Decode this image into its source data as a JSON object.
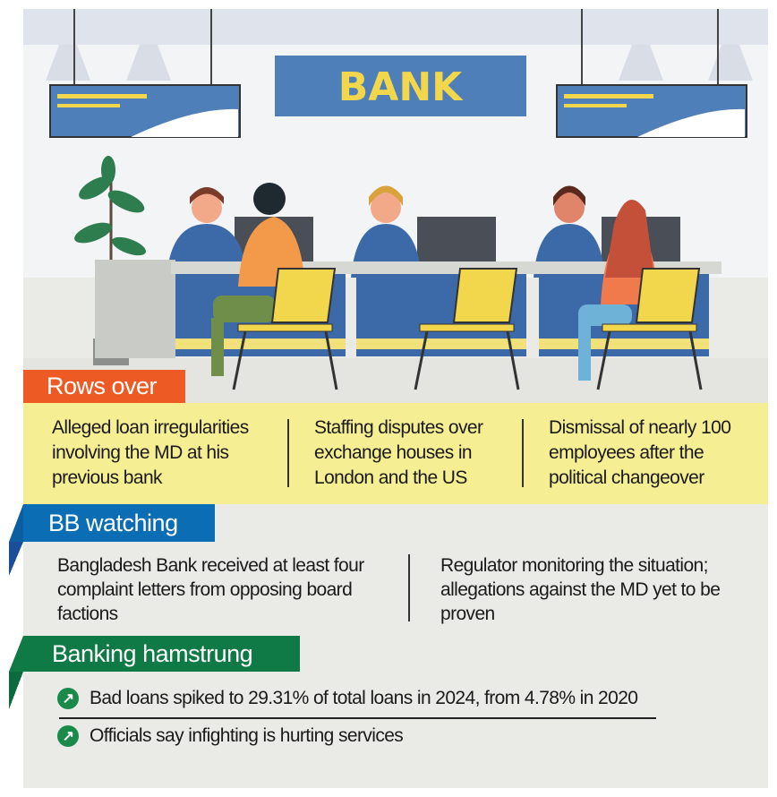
{
  "illustration": {
    "sign_text": "BANK"
  },
  "rows_over": {
    "title": "Rows over",
    "items": [
      "Alleged loan irregularities involving the MD at his previous bank",
      "Staffing disputes over exchange houses in London and the US",
      "Dismissal of nearly 100 employees after the political changeover"
    ]
  },
  "bb_watching": {
    "title": "BB watching",
    "items": [
      "Bangladesh Bank received at least four complaint letters from opposing board factions",
      "Regulator monitoring the situation; allegations against the MD yet to be proven"
    ]
  },
  "banking_hamstrung": {
    "title": "Banking hamstrung",
    "items": [
      "Bad loans spiked to 29.31% of total loans in 2024, from 4.78% in 2020",
      "Officials say infighting is hurting services"
    ]
  },
  "colors": {
    "orange": "#ee5a24",
    "blue": "#0b6db3",
    "green": "#0f7a45",
    "yellow_band": "#f6ee93",
    "panel": "#eaebe7"
  }
}
